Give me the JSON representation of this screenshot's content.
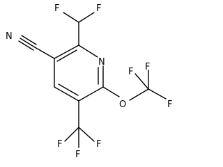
{
  "atom_labels": {
    "f1": "F",
    "f2": "F",
    "n_nitrile": "N",
    "n_ring": "N",
    "o_ether": "O",
    "f3": "F",
    "f4": "F",
    "f5": "F",
    "f6": "F",
    "f7": "F",
    "f8": "F"
  },
  "colors": {
    "bond": "#000000",
    "label": "#000000",
    "background": "#ffffff"
  }
}
